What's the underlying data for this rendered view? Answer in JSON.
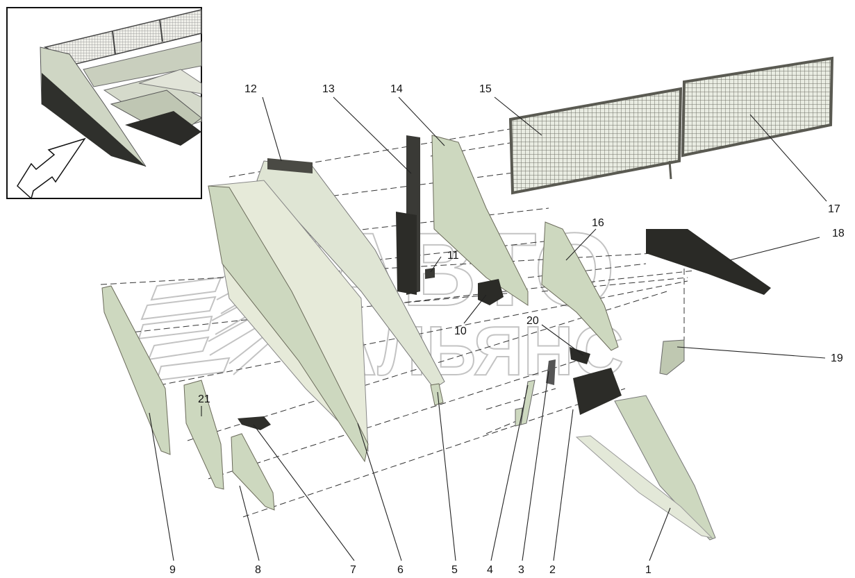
{
  "diagram": {
    "watermark": {
      "line1": "АВТО",
      "line2": "АЛЬЯНС"
    },
    "callouts": [
      "1",
      "2",
      "3",
      "4",
      "5",
      "6",
      "7",
      "8",
      "9",
      "10",
      "11",
      "12",
      "13",
      "14",
      "15",
      "16",
      "17",
      "18",
      "19",
      "20",
      "21"
    ],
    "colors": {
      "part_fill": "#cdd8bf",
      "part_dark": "#3a3a36",
      "mesh_frame": "#5a5a52",
      "background": "#ffffff"
    },
    "icons": [
      "direction-arrow-icon"
    ]
  }
}
